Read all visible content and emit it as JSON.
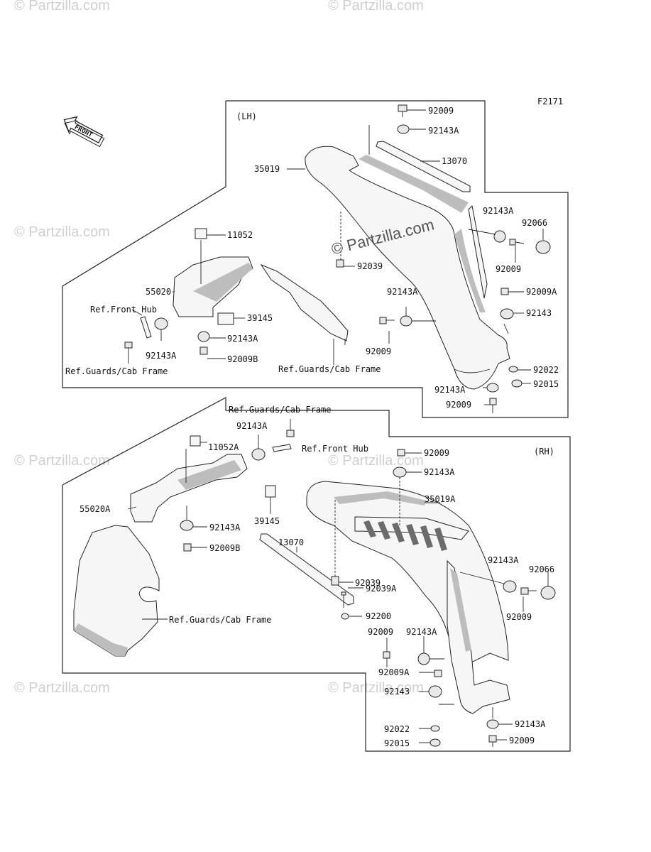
{
  "diagram": {
    "code": "F2171",
    "front_label": "FRONT",
    "lh_section": {
      "side": "(LH)",
      "parts": {
        "p92009_top": "92009",
        "p92143A_top": "92143A",
        "p13070": "13070",
        "p35019": "35019",
        "p92143A_r1": "92143A",
        "p92066": "92066",
        "p92009_r1": "92009",
        "p11052": "11052",
        "p92039": "92039",
        "p92143A_mid": "92143A",
        "p92009A": "92009A",
        "p55020": "55020",
        "ref_front_hub": "Ref.Front Hub",
        "p92143": "92143",
        "p39145": "39145",
        "p92009_mid": "92009",
        "p92143A_guard": "92143A",
        "p92143A_left": "92143A",
        "p92009B": "92009B",
        "ref_guards_left": "Ref.Guards/Cab Frame",
        "ref_guards_right": "Ref.Guards/Cab Frame",
        "p92022": "92022",
        "p92143A_low": "92143A",
        "p92015": "92015",
        "p92009_low": "92009"
      }
    },
    "rh_section": {
      "side": "(RH)",
      "parts": {
        "ref_guards_top": "Ref.Guards/Cab Frame",
        "p92143A_a": "92143A",
        "p11052A": "11052A",
        "ref_front_hub": "Ref.Front Hub",
        "p92009_top": "92009",
        "p92143A_top": "92143A",
        "p35019A": "35019A",
        "p55020A": "55020A",
        "p39145": "39145",
        "p92143A_b": "92143A",
        "p92009B": "92009B",
        "p13070": "13070",
        "p92039": "92039",
        "p92143A_r": "92143A",
        "p92066": "92066",
        "p92039A": "92039A",
        "p92009_r": "92009",
        "p92200": "92200",
        "ref_guards_bottom": "Ref.Guards/Cab Frame",
        "p92009_mid": "92009",
        "p92143A_mid": "92143A",
        "p92009A": "92009A",
        "p92143": "92143",
        "p92022": "92022",
        "p92143A_low": "92143A",
        "p92015": "92015",
        "p92009_low": "92009"
      }
    },
    "watermarks": {
      "brand": "© Partzilla.com",
      "center": "© Partzilla.com"
    }
  }
}
